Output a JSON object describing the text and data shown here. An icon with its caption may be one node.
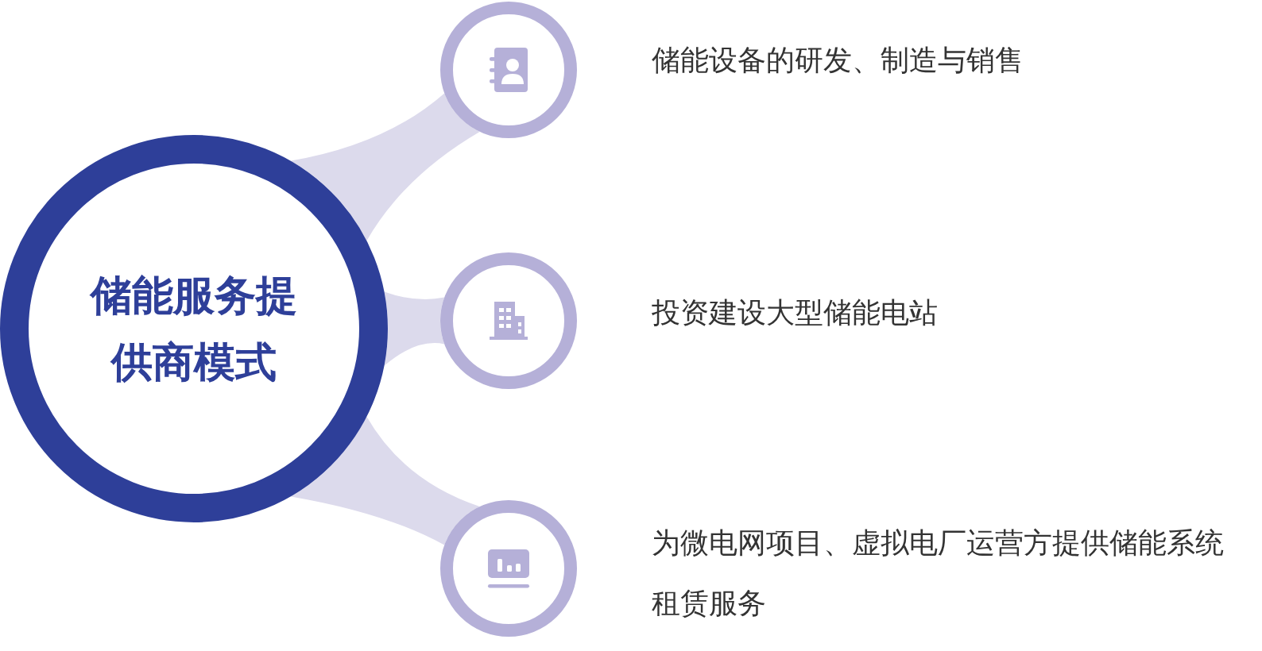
{
  "diagram": {
    "nodes": [
      {
        "text": [
          "储能服务提供商模式"
        ]
      },
      {
        "text": [],
        "shape": "circle",
        "beside": [
          "储能设备的研发、制造与销售"
        ]
      },
      {
        "text": [],
        "shape": "circle",
        "beside": [
          "投资建设大型储能电站"
        ]
      },
      {
        "text": [],
        "shape": "circle",
        "beside": [
          "为微电网项目、虚拟电厂运营方提供储能系统租赁服务"
        ]
      }
    ],
    "edges": [
      {
        "from": 0,
        "to": 1,
        "arrow": "none",
        "style": "thick"
      },
      {
        "from": 0,
        "to": 2,
        "arrow": "none",
        "style": "thick"
      },
      {
        "from": 0,
        "to": 3,
        "arrow": "none",
        "style": "thick"
      }
    ]
  }
}
